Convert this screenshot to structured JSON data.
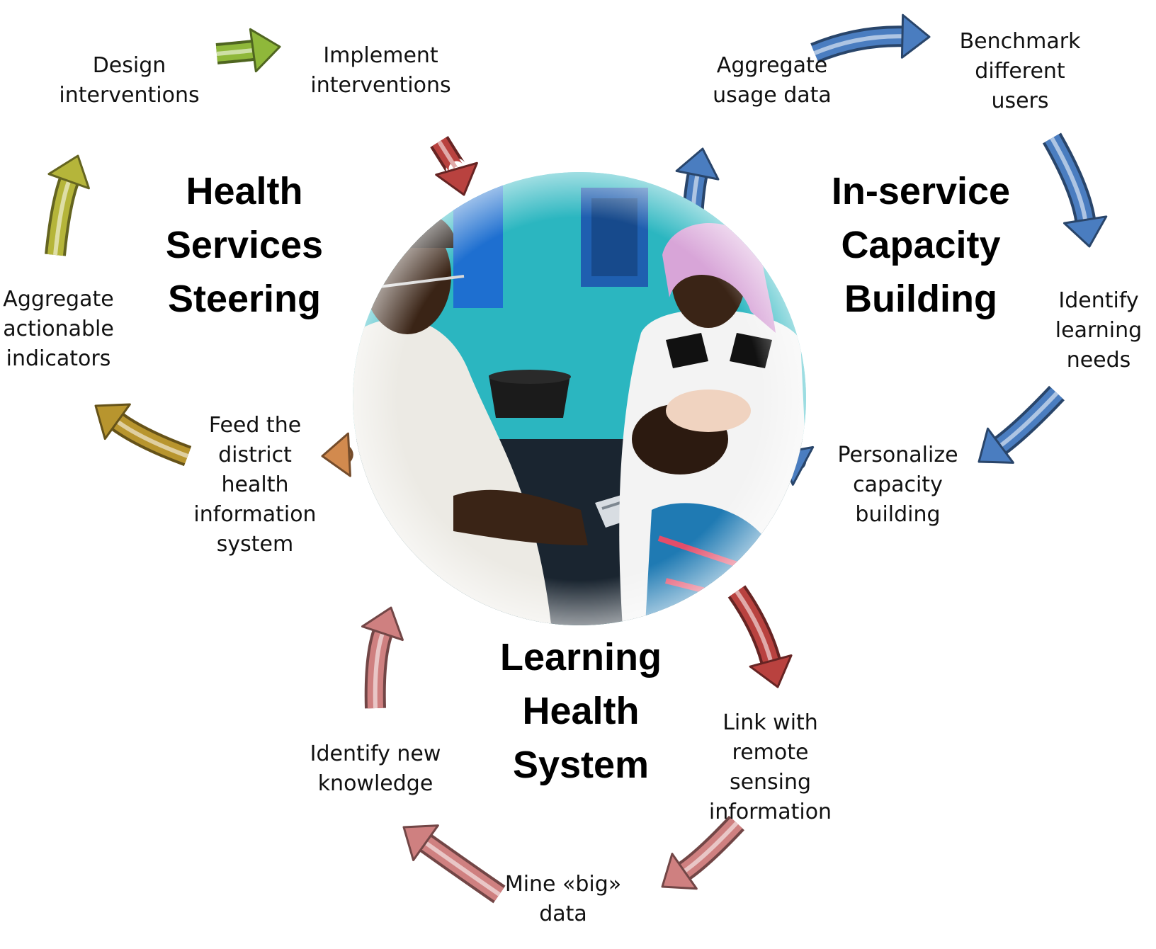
{
  "diagram": {
    "colors": {
      "green": "#8fb83a",
      "olive": "#b5b53a",
      "gold": "#b8952e",
      "orange": "#d28a4e",
      "red": "#b9423f",
      "blue": "#4a7dc0",
      "pink": "#cf8080",
      "photo_wall": "#2bb6c0"
    },
    "cycles": [
      {
        "title": "Health\nServices\nSteering",
        "steps": [
          "Design\ninterventions",
          "Implement\ninterventions",
          "Feed the\ndistrict\nhealth\ninformation\nsystem",
          "Aggregate\nactionable\nindicators"
        ]
      },
      {
        "title": "In-service\nCapacity\nBuilding",
        "steps": [
          "Aggregate\nusage data",
          "Benchmark\ndifferent\nusers",
          "Identify\nlearning\nneeds",
          "Personalize\ncapacity\nbuilding"
        ]
      },
      {
        "title": "Learning\nHealth\nSystem",
        "steps": [
          "Link with\nremote\nsensing\ninformation",
          "Mine «big»\ndata",
          "Identify new\nknowledge"
        ]
      }
    ],
    "arrows": [
      {
        "id": "hss-design-to-implement",
        "color": "green",
        "direction": "right"
      },
      {
        "id": "hss-implement-to-center",
        "color": "red",
        "direction": "down"
      },
      {
        "id": "hss-center-to-feed",
        "color": "orange",
        "direction": "left"
      },
      {
        "id": "hss-feed-to-aggregate",
        "color": "gold",
        "direction": "up-left"
      },
      {
        "id": "hss-aggregate-to-design",
        "color": "olive",
        "direction": "up"
      },
      {
        "id": "isc-center-to-aggregate",
        "color": "blue",
        "direction": "up"
      },
      {
        "id": "isc-aggregate-to-benchmark",
        "color": "blue",
        "direction": "right"
      },
      {
        "id": "isc-benchmark-to-identify",
        "color": "blue",
        "direction": "down"
      },
      {
        "id": "isc-identify-to-personalize",
        "color": "blue",
        "direction": "down-left"
      },
      {
        "id": "isc-personalize-to-center",
        "color": "blue",
        "direction": "left"
      },
      {
        "id": "lhs-center-to-link",
        "color": "red",
        "direction": "down"
      },
      {
        "id": "lhs-link-to-mine",
        "color": "pink",
        "direction": "down-left"
      },
      {
        "id": "lhs-mine-to-identify",
        "color": "pink",
        "direction": "up-left"
      },
      {
        "id": "lhs-identify-to-center",
        "color": "pink",
        "direction": "up"
      }
    ]
  }
}
